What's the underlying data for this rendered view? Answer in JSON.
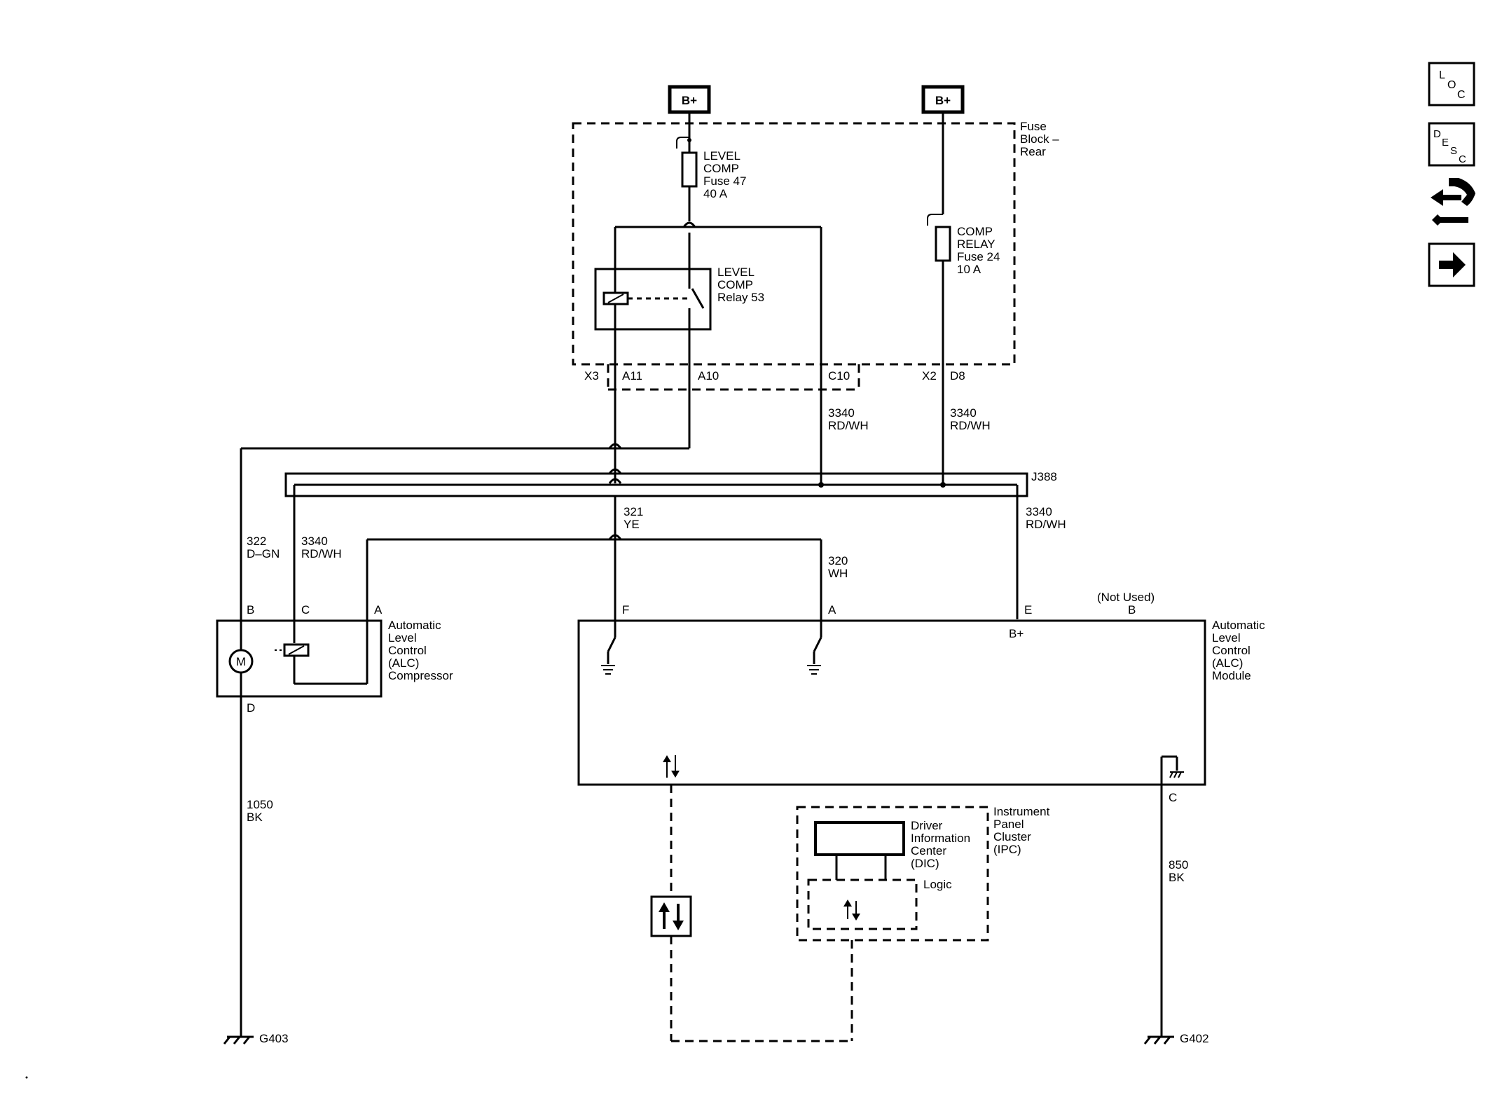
{
  "power_sources": [
    {
      "label": "B+"
    },
    {
      "label": "B+"
    }
  ],
  "fuse_block": {
    "line1": "Fuse",
    "line2": "Block –",
    "line3": "Rear"
  },
  "fuse47": {
    "line1": "LEVEL",
    "line2": "COMP",
    "line3": "Fuse 47",
    "line4": "40 A"
  },
  "fuse24": {
    "line1": "COMP",
    "line2": "RELAY",
    "line3": "Fuse 24",
    "line4": "10 A"
  },
  "relay53": {
    "line1": "LEVEL",
    "line2": "COMP",
    "line3": "Relay 53"
  },
  "connectors": {
    "x3": "X3",
    "a11": "A11",
    "a10": "A10",
    "c10": "C10",
    "x2": "X2",
    "d8": "D8",
    "j388": "J388"
  },
  "wires": {
    "w3340_c10": {
      "num": "3340",
      "color": "RD/WH"
    },
    "w3340_d8": {
      "num": "3340",
      "color": "RD/WH"
    },
    "w3340_e": {
      "num": "3340",
      "color": "RD/WH"
    },
    "w3340_c": {
      "num": "3340",
      "color": "RD/WH"
    },
    "w322": {
      "num": "322",
      "color": "D–GN"
    },
    "w321": {
      "num": "321",
      "color": "YE"
    },
    "w320": {
      "num": "320",
      "color": "WH"
    },
    "w1050": {
      "num": "1050",
      "color": "BK"
    },
    "w850": {
      "num": "850",
      "color": "BK"
    }
  },
  "compressor": {
    "pins": {
      "b": "B",
      "c": "C",
      "a": "A",
      "d": "D"
    },
    "motor": "M",
    "line1": "Automatic",
    "line2": "Level",
    "line3": "Control",
    "line4": "(ALC)",
    "line5": "Compressor"
  },
  "module": {
    "pins": {
      "f": "F",
      "a": "A",
      "e": "E",
      "b": "B",
      "c": "C"
    },
    "bplus": "B+",
    "not_used": "(Not Used)",
    "line1": "Automatic",
    "line2": "Level",
    "line3": "Control",
    "line4": "(ALC)",
    "line5": "Module"
  },
  "ipc": {
    "line1": "Instrument",
    "line2": "Panel",
    "line3": "Cluster",
    "line4": "(IPC)"
  },
  "dic": {
    "line1": "Driver",
    "line2": "Information",
    "line3": "Center",
    "line4": "(DIC)"
  },
  "logic": "Logic",
  "grounds": {
    "g403": "G403",
    "g402": "G402"
  },
  "side_icons": {
    "loc": {
      "l": "L",
      "o": "O",
      "c": "C"
    },
    "desc": {
      "d": "D",
      "e": "E",
      "s": "S",
      "c": "C"
    },
    "tool_icon": "wiring-tool-icon",
    "next_icon": "arrow-right-icon"
  }
}
